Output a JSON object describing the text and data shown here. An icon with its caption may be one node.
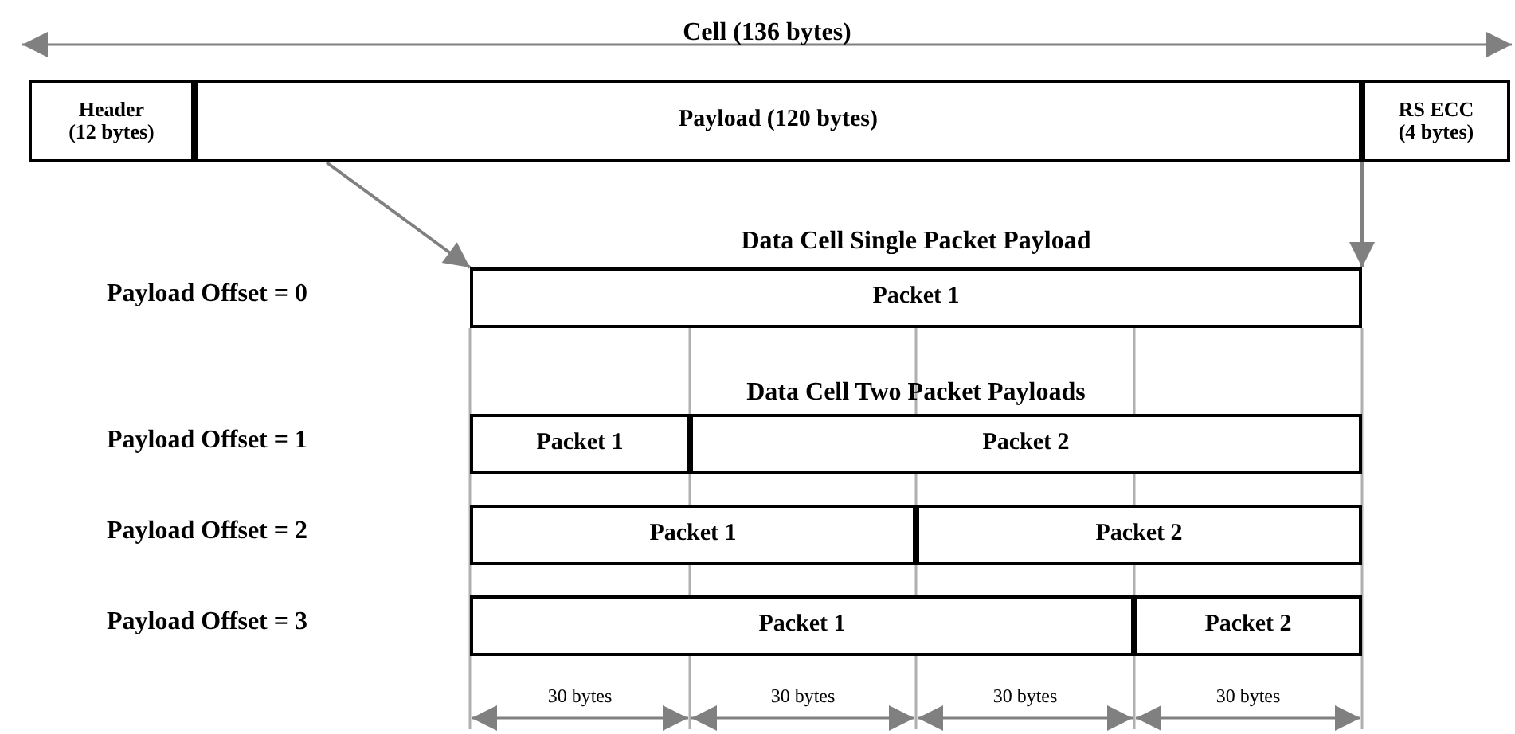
{
  "diagram": {
    "nodes": [
      {
        "text": [
          "Header (12 bytes)"
        ]
      },
      {
        "text": [
          "Payload (120 bytes)"
        ]
      },
      {
        "text": [
          "RS ECC (4 bytes)"
        ]
      },
      {
        "text": [
          "Packet 1"
        ],
        "beside": [
          "Data Cell Single Packet Payload"
        ]
      },
      {
        "text": [
          "Packet 1"
        ]
      },
      {
        "text": [
          "Packet 2"
        ]
      },
      {
        "text": [
          "Packet 1"
        ]
      },
      {
        "text": [
          "Packet 2"
        ]
      },
      {
        "text": [
          "Packet 1"
        ]
      },
      {
        "text": [
          "Packet 2"
        ]
      }
    ],
    "edges": [
      {
        "from": 1,
        "to": 3,
        "arrow": "to"
      },
      {
        "from": 2,
        "to": 3,
        "arrow": "to"
      }
    ],
    "labels": [
      "Cell (136 bytes)",
      "Payload Offset = 0",
      "Data Cell Two Packet Payloads",
      "Payload Offset = 1",
      "Payload Offset = 2",
      "Payload Offset = 3",
      "30 bytes",
      "30 bytes",
      "30 bytes",
      "30 bytes"
    ]
  }
}
